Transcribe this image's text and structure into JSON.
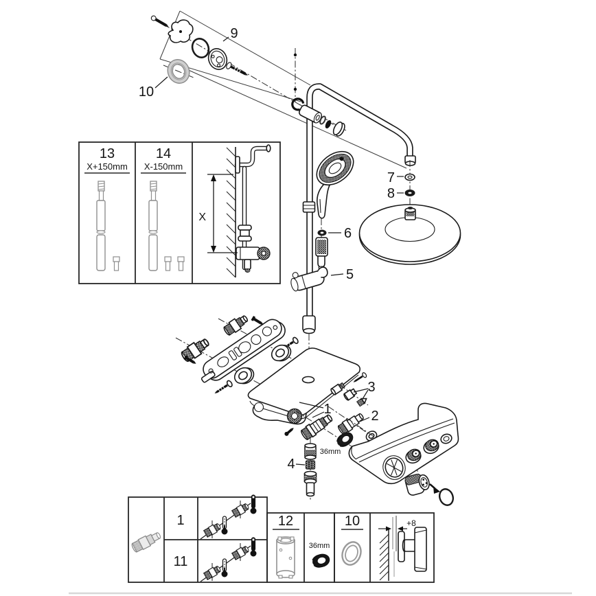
{
  "callouts": {
    "part1": "1",
    "part2": "2",
    "part3": "3",
    "part4": "4",
    "part5": "5",
    "part6": "6",
    "part7": "7",
    "part8": "8",
    "part9": "9",
    "part10": "10",
    "ring_size_label": "36mm"
  },
  "extension_box": {
    "kit13_number": "13",
    "kit13_length": "X+150mm",
    "kit14_number": "14",
    "kit14_length": "X-150mm",
    "wall_dimension": "X"
  },
  "parts_table": {
    "row_top_number": "1",
    "row_bottom_number": "11",
    "sleeve_number": "12",
    "ring_nut_size": "36mm",
    "escutcheon_number": "10",
    "wall_offset": "+8"
  }
}
